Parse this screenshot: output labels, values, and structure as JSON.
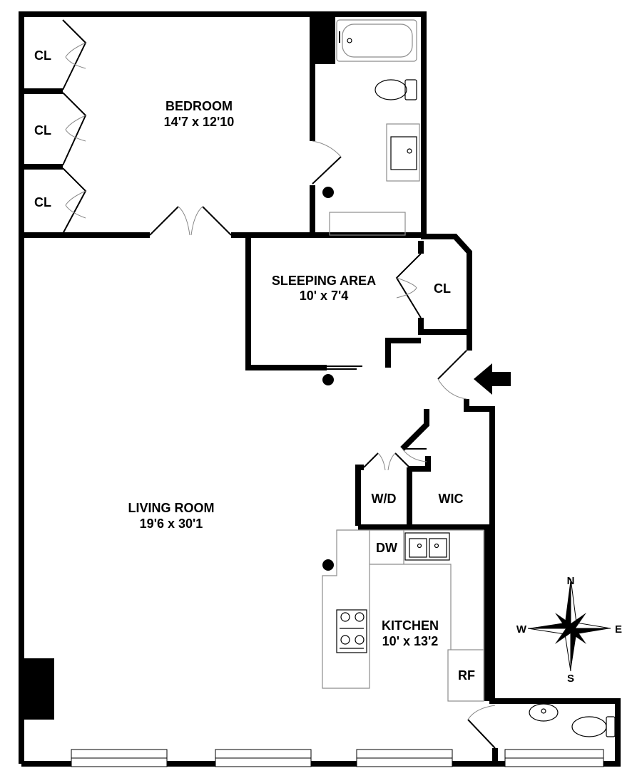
{
  "colors": {
    "wall": "#000000",
    "fixture": "#8c8c8c",
    "door": "#000000",
    "background": "#ffffff"
  },
  "rooms": {
    "bedroom": {
      "name": "BEDROOM",
      "dims": "14'7 x 12'10"
    },
    "sleeping_area": {
      "name": "SLEEPING AREA",
      "dims": "10' x 7'4"
    },
    "living_room": {
      "name": "LIVING ROOM",
      "dims": "19'6 x 30'1"
    },
    "kitchen": {
      "name": "KITCHEN",
      "dims": "10' x 13'2"
    }
  },
  "labels": {
    "closet": "CL",
    "washer_dryer": "W/D",
    "walk_in_closet": "WIC",
    "dishwasher": "DW",
    "refrigerator": "RF"
  },
  "compass": {
    "n": "N",
    "s": "S",
    "e": "E",
    "w": "W"
  },
  "icons": {
    "entry": "entry-arrow-icon",
    "compass": "compass-rose-icon",
    "bathtub": "bathtub-icon",
    "toilet": "toilet-icon",
    "sink": "sink-icon",
    "stove": "stove-icon"
  }
}
